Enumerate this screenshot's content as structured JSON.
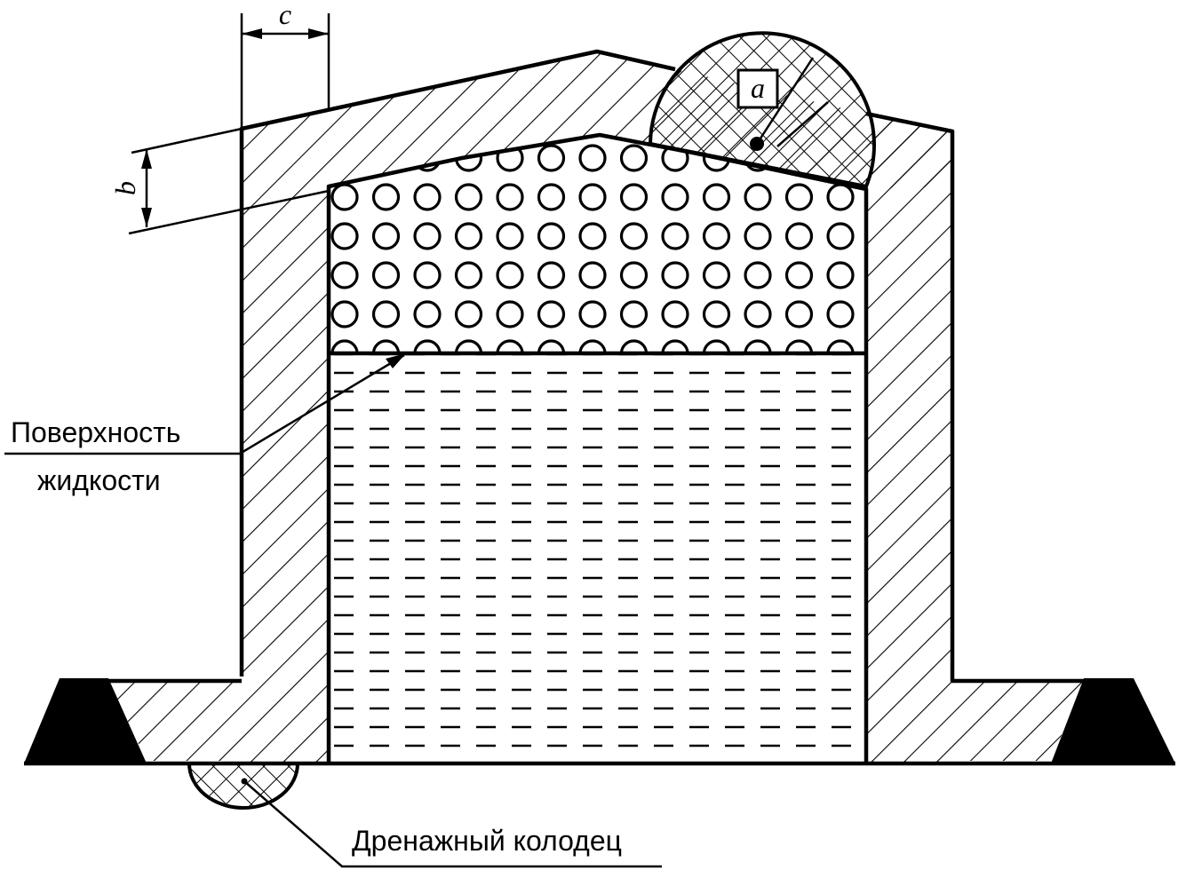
{
  "labels": {
    "liquid_surface_line1": "Поверхность",
    "liquid_surface_line2": "жидкости",
    "drain_well": "Дренажный колодец",
    "dim_a": "a",
    "dim_b": "b",
    "dim_c": "c"
  },
  "colors": {
    "ink": "#000000",
    "paper": "#ffffff"
  }
}
